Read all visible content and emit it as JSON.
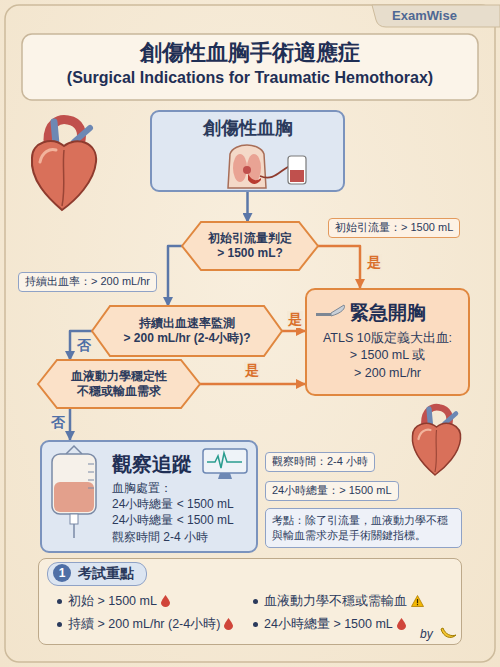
{
  "diagram": {
    "title": "創傷性血胸手術適應症",
    "nodes": [
      {
        "text": [
          "創傷性血胸"
        ]
      },
      {
        "text": [
          "初始引流量判定",
          "> 1500 mL?"
        ]
      },
      {
        "text": [
          "初始引流量：> 1500 mL"
        ]
      },
      {
        "text": [
          "持續出血率：> 200 mL/hr"
        ]
      },
      {
        "text": [
          "持續出血速率監測",
          "> 200 mL/hr (2-4小時)?"
        ]
      },
      {
        "text": [
          "緊急開胸",
          "ATLS 10版定義大出血:",
          "> 1500 mL 或",
          "> 200 mL/hr"
        ]
      },
      {
        "text": [
          "血液動力學穩定性",
          "不穩或輸血需求"
        ]
      },
      {
        "text": [
          "觀察追蹤",
          "血胸處置：",
          "24小時總量 < 1500 mL",
          "24小時總量 < 1500 mL",
          "觀察時間 2-4 小時"
        ]
      },
      {
        "text": [
          "觀察時間：2-4 小時"
        ]
      },
      {
        "text": [
          "24小時總量：> 1500 mL"
        ]
      },
      {
        "text": [
          "考點：除了引流量，血液動力學不穩與輸血需求亦是手術關鍵指標。"
        ]
      },
      {
        "text": [
          "考試重點",
          "初始 > 1500 mL",
          "血液動力學不穩或需輸血",
          "持續 > 200 mL/hr (2-4小時)",
          "24小時總量 > 1500 mL"
        ]
      },
      {
        "text": [
          "1"
        ],
        "in": 11
      }
    ],
    "edges": [
      {
        "from": 0,
        "to": 1,
        "arrow": "to"
      },
      {
        "from": 1,
        "to": 5,
        "label": "是",
        "arrow": "to"
      },
      {
        "from": 1,
        "to": 4,
        "arrow": "to"
      },
      {
        "from": 4,
        "to": 5,
        "label": "是",
        "arrow": "to"
      },
      {
        "from": 4,
        "to": 6,
        "label": "否",
        "arrow": "to"
      },
      {
        "from": 6,
        "to": 5,
        "label": "是",
        "arrow": "to"
      },
      {
        "from": 6,
        "to": 7,
        "label": "否",
        "arrow": "to"
      }
    ],
    "labels": [
      "ExamWise",
      "(Surgical Indications for Traumatic Hemothorax)",
      "by"
    ]
  }
}
